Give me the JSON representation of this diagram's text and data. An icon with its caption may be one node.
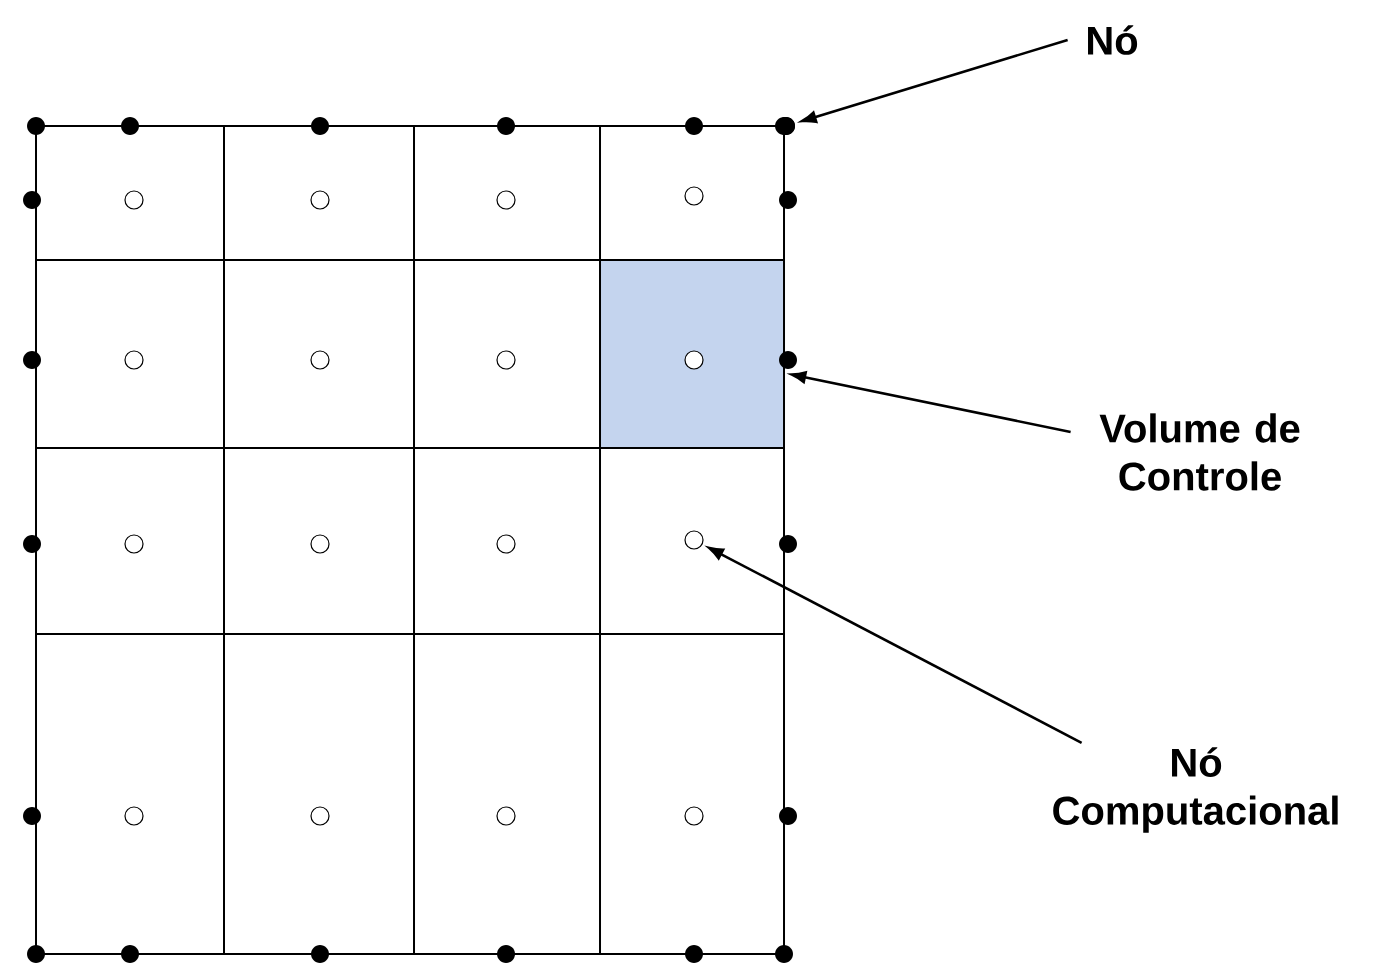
{
  "diagram": {
    "nodes": [
      {
        "text": [
          "Nó"
        ]
      },
      {
        "text": [
          "Volume de Controle"
        ]
      },
      {
        "text": [
          "Nó Computacional"
        ]
      },
      {
        "text": [],
        "shape": "circle"
      },
      {
        "text": [],
        "shape": "box"
      },
      {
        "text": [],
        "shape": "circle"
      }
    ],
    "edges": [
      {
        "from": 0,
        "to": 3,
        "arrow": "to"
      },
      {
        "from": 1,
        "to": 4,
        "arrow": "to"
      },
      {
        "from": 2,
        "to": 5,
        "arrow": "to"
      }
    ]
  }
}
